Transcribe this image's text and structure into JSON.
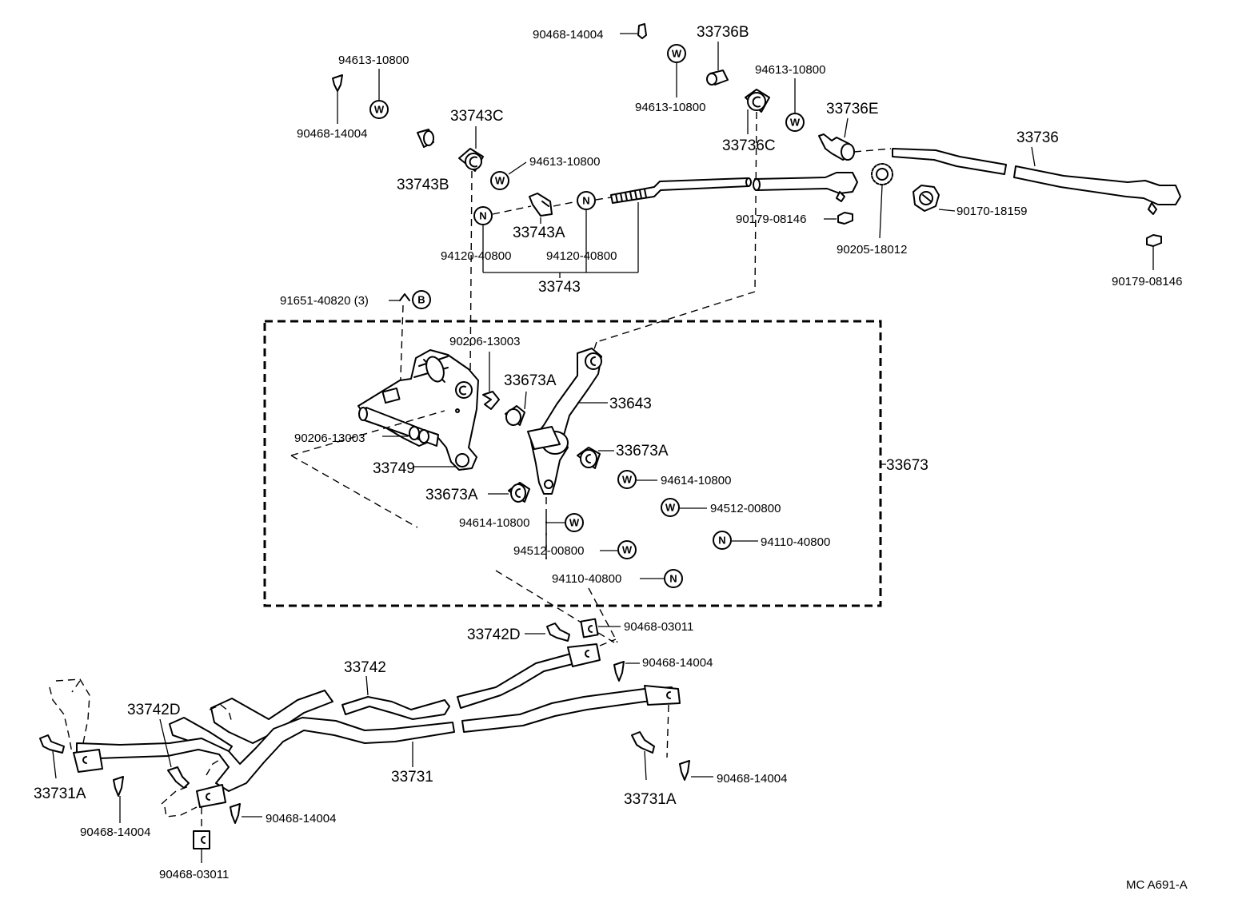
{
  "labels": {
    "l_90468_14004_a": "90468-14004",
    "l_33736B": "33736B",
    "l_94613_10800_a": "94613-10800",
    "l_90468_14004_b": "90468-14004",
    "l_94613_10800_b": "94613-10800",
    "l_94613_10800_c": "94613-10800",
    "l_33736E": "33736E",
    "l_33743C": "33743C",
    "l_33736C": "33736C",
    "l_33736": "33736",
    "l_33743B": "33743B",
    "l_94613_10800_d": "94613-10800",
    "l_33743A": "33743A",
    "l_90179_08146_a": "90179-08146",
    "l_90170_18159": "90170-18159",
    "l_94120_40800_a": "94120-40800",
    "l_94120_40800_b": "94120-40800",
    "l_90205_18012": "90205-18012",
    "l_33743": "33743",
    "l_90179_08146_b": "90179-08146",
    "l_91651_40820": "91651-40820 (3)",
    "l_90206_13003_a": "90206-13003",
    "l_33673A_a": "33673A",
    "l_33643": "33643",
    "l_90206_13003_b": "90206-13003",
    "l_33673A_b": "33673A",
    "l_33673": "33673",
    "l_33749": "33749",
    "l_94614_10800_a": "94614-10800",
    "l_33673A_c": "33673A",
    "l_94512_00800_a": "94512-00800",
    "l_94614_10800_b": "94614-10800",
    "l_94110_40800_a": "94110-40800",
    "l_94512_00800_b": "94512-00800",
    "l_94110_40800_b": "94110-40800",
    "l_33742D_a": "33742D",
    "l_90468_03011_a": "90468-03011",
    "l_90468_14004_c": "90468-14004",
    "l_33742": "33742",
    "l_33742D_b": "33742D",
    "l_33731": "33731",
    "l_90468_14004_d": "90468-14004",
    "l_33731A_a": "33731A",
    "l_33731A_b": "33731A",
    "l_90468_14004_e": "90468-14004",
    "l_90468_14004_f": "90468-14004",
    "l_90468_03011_b": "90468-03011",
    "l_footer": "MC  A691-A"
  },
  "symbols": {
    "washer": "W",
    "nut": "N",
    "bolt": "B"
  }
}
